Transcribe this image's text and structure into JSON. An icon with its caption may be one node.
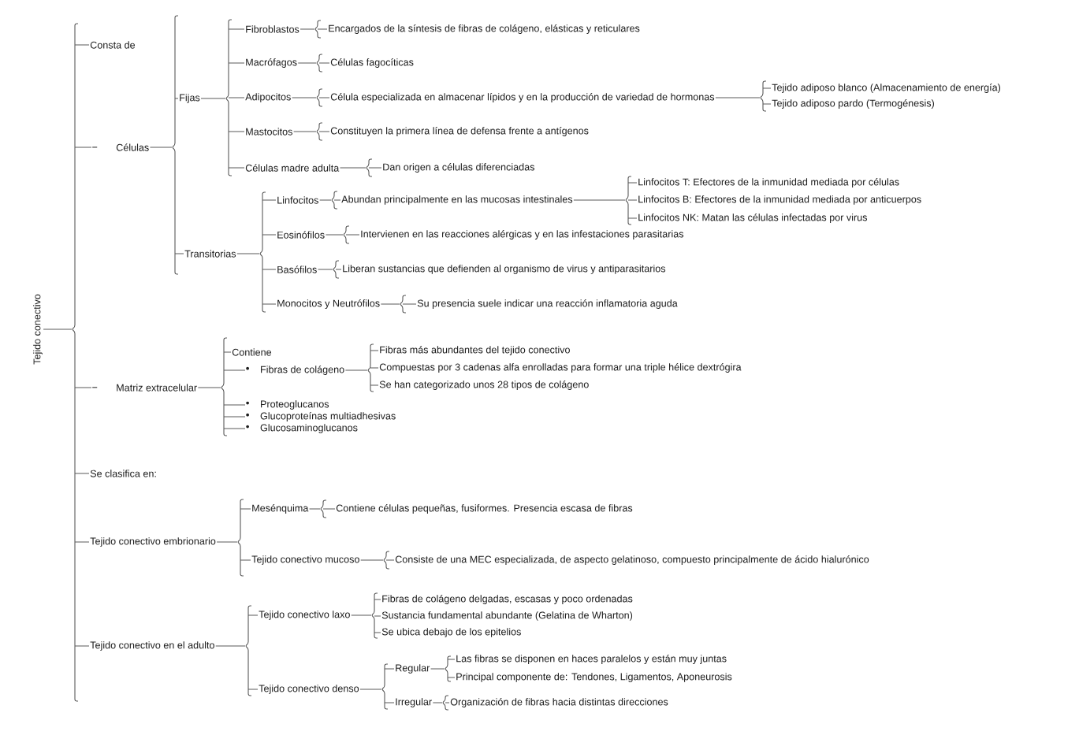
{
  "diagram": {
    "nodes": [
      {
        "text": [
          "Tejido conectivo"
        ]
      },
      {
        "text": [
          "Consta de"
        ]
      },
      {
        "text": [
          "Células"
        ]
      },
      {
        "text": [
          "Fijas"
        ]
      },
      {
        "text": [
          "Fibroblastos"
        ]
      },
      {
        "text": [
          "Encargados de la síntesis de fibras de colágeno, elásticas y reticulares"
        ]
      },
      {
        "text": [
          "Macrófagos"
        ]
      },
      {
        "text": [
          "Células fagocíticas"
        ]
      },
      {
        "text": [
          "Adipocitos"
        ]
      },
      {
        "text": [
          "Célula especializada en almacenar lípidos y en la producción de variedad de hormonas"
        ]
      },
      {
        "text": [
          "Tejido adiposo blanco (Almacenamiento de energía)"
        ]
      },
      {
        "text": [
          "Tejido adiposo pardo (Termogénesis)"
        ]
      },
      {
        "text": [
          "Mastocitos"
        ]
      },
      {
        "text": [
          "Constituyen la primera línea de defensa frente a antígenos"
        ]
      },
      {
        "text": [
          "Células madre adulta"
        ]
      },
      {
        "text": [
          "Dan origen a células diferenciadas"
        ]
      },
      {
        "text": [
          "Transitorias"
        ]
      },
      {
        "text": [
          "Linfocitos"
        ]
      },
      {
        "text": [
          "Abundan principalmente en las mucosas intestinales"
        ]
      },
      {
        "text": [
          "Linfocitos T: Efectores de la inmunidad mediada por células"
        ]
      },
      {
        "text": [
          "Linfocitos B: Efectores de la inmunidad mediada por anticuerpos"
        ]
      },
      {
        "text": [
          "Linfocitos NK: Matan las células infectadas por virus"
        ]
      },
      {
        "text": [
          "Eosinófilos"
        ]
      },
      {
        "text": [
          "Intervienen en las reacciones alérgicas y en las infestaciones parasitarias"
        ]
      },
      {
        "text": [
          "Basófilos"
        ]
      },
      {
        "text": [
          "Liberan sustancias que defienden al organismo de virus y antiparasitarios"
        ]
      },
      {
        "text": [
          "Monocitos y Neutrófilos"
        ]
      },
      {
        "text": [
          "Su presencia suele indicar una reacción inflamatoria aguda"
        ]
      },
      {
        "text": [
          "Matriz extracelular"
        ]
      },
      {
        "text": [
          "Contiene"
        ]
      },
      {
        "text": [
          "Fibras de colágeno"
        ]
      },
      {
        "text": [
          "Fibras más abundantes del tejido conectivo"
        ]
      },
      {
        "text": [
          "Compuestas por 3 cadenas alfa enrolladas para formar una triple hélice dextrógira"
        ]
      },
      {
        "text": [
          "Se han categorizado unos 28 tipos de colágeno"
        ]
      },
      {
        "text": [
          "Proteoglucanos"
        ]
      },
      {
        "text": [
          "Glucoproteínas multiadhesivas"
        ]
      },
      {
        "text": [
          "Glucosaminoglucanos"
        ]
      },
      {
        "text": [
          "Se clasifica en:"
        ]
      },
      {
        "text": [
          "Tejido conectivo embrionario"
        ]
      },
      {
        "text": [
          "Mesénquima"
        ]
      },
      {
        "text": [
          "Contiene células pequeñas, fusiformes. Presencia escasa de fibras"
        ]
      },
      {
        "text": [
          "Tejido conectivo mucoso"
        ]
      },
      {
        "text": [
          "Consiste de una MEC especializada, de aspecto gelatinoso, compuesto principalmente de ácido hialurónico"
        ]
      },
      {
        "text": [
          "Tejido conectivo en el adulto"
        ]
      },
      {
        "text": [
          "Tejido conectivo laxo"
        ]
      },
      {
        "text": [
          "Fibras de colágeno delgadas, escasas y poco ordenadas"
        ]
      },
      {
        "text": [
          "Sustancia fundamental abundante (Gelatina de Wharton)"
        ]
      },
      {
        "text": [
          "Se ubica debajo de los epitelios"
        ]
      },
      {
        "text": [
          "Tejido conectivo denso"
        ]
      },
      {
        "text": [
          "Regular"
        ]
      },
      {
        "text": [
          "Las fibras se disponen en haces paralelos y están muy juntas"
        ]
      },
      {
        "text": [
          "Principal componente de: Tendones, Ligamentos, Aponeurosis"
        ]
      },
      {
        "text": [
          "Irregular"
        ]
      },
      {
        "text": [
          "Organización de fibras hacia distintas direcciones"
        ]
      }
    ],
    "edges": [
      {
        "from": 0,
        "to": 1,
        "arrow": "none"
      },
      {
        "from": 0,
        "to": 2,
        "arrow": "none"
      },
      {
        "from": 2,
        "to": 3,
        "arrow": "none"
      },
      {
        "from": 3,
        "to": 4,
        "arrow": "none"
      },
      {
        "from": 4,
        "to": 5,
        "arrow": "none"
      },
      {
        "from": 3,
        "to": 6,
        "arrow": "none"
      },
      {
        "from": 6,
        "to": 7,
        "arrow": "none"
      },
      {
        "from": 3,
        "to": 8,
        "arrow": "none"
      },
      {
        "from": 8,
        "to": 9,
        "arrow": "none"
      },
      {
        "from": 9,
        "to": 10,
        "arrow": "none"
      },
      {
        "from": 9,
        "to": 11,
        "arrow": "none"
      },
      {
        "from": 3,
        "to": 12,
        "arrow": "none"
      },
      {
        "from": 12,
        "to": 13,
        "arrow": "none"
      },
      {
        "from": 3,
        "to": 14,
        "arrow": "none"
      },
      {
        "from": 14,
        "to": 15,
        "arrow": "none"
      },
      {
        "from": 2,
        "to": 16,
        "arrow": "none"
      },
      {
        "from": 16,
        "to": 17,
        "arrow": "none"
      },
      {
        "from": 17,
        "to": 18,
        "arrow": "none"
      },
      {
        "from": 18,
        "to": 19,
        "arrow": "none"
      },
      {
        "from": 18,
        "to": 20,
        "arrow": "none"
      },
      {
        "from": 18,
        "to": 21,
        "arrow": "none"
      },
      {
        "from": 16,
        "to": 22,
        "arrow": "none"
      },
      {
        "from": 22,
        "to": 23,
        "arrow": "none"
      },
      {
        "from": 16,
        "to": 24,
        "arrow": "none"
      },
      {
        "from": 24,
        "to": 25,
        "arrow": "none"
      },
      {
        "from": 16,
        "to": 26,
        "arrow": "none"
      },
      {
        "from": 26,
        "to": 27,
        "arrow": "none"
      },
      {
        "from": 0,
        "to": 28,
        "arrow": "none"
      },
      {
        "from": 28,
        "to": 29,
        "arrow": "none"
      },
      {
        "from": 28,
        "to": 30,
        "arrow": "none"
      },
      {
        "from": 30,
        "to": 31,
        "arrow": "none"
      },
      {
        "from": 30,
        "to": 32,
        "arrow": "none"
      },
      {
        "from": 30,
        "to": 33,
        "arrow": "none"
      },
      {
        "from": 28,
        "to": 34,
        "arrow": "none"
      },
      {
        "from": 28,
        "to": 35,
        "arrow": "none"
      },
      {
        "from": 28,
        "to": 36,
        "arrow": "none"
      },
      {
        "from": 0,
        "to": 37,
        "arrow": "none"
      },
      {
        "from": 0,
        "to": 38,
        "arrow": "none"
      },
      {
        "from": 38,
        "to": 39,
        "arrow": "none"
      },
      {
        "from": 39,
        "to": 40,
        "arrow": "none"
      },
      {
        "from": 38,
        "to": 41,
        "arrow": "none"
      },
      {
        "from": 41,
        "to": 42,
        "arrow": "none"
      },
      {
        "from": 0,
        "to": 43,
        "arrow": "none"
      },
      {
        "from": 43,
        "to": 44,
        "arrow": "none"
      },
      {
        "from": 44,
        "to": 45,
        "arrow": "none"
      },
      {
        "from": 44,
        "to": 46,
        "arrow": "none"
      },
      {
        "from": 44,
        "to": 47,
        "arrow": "none"
      },
      {
        "from": 43,
        "to": 48,
        "arrow": "none"
      },
      {
        "from": 48,
        "to": 49,
        "arrow": "none"
      },
      {
        "from": 49,
        "to": 50,
        "arrow": "none"
      },
      {
        "from": 49,
        "to": 51,
        "arrow": "none"
      },
      {
        "from": 48,
        "to": 52,
        "arrow": "none"
      },
      {
        "from": 52,
        "to": 53,
        "arrow": "none"
      }
    ]
  }
}
